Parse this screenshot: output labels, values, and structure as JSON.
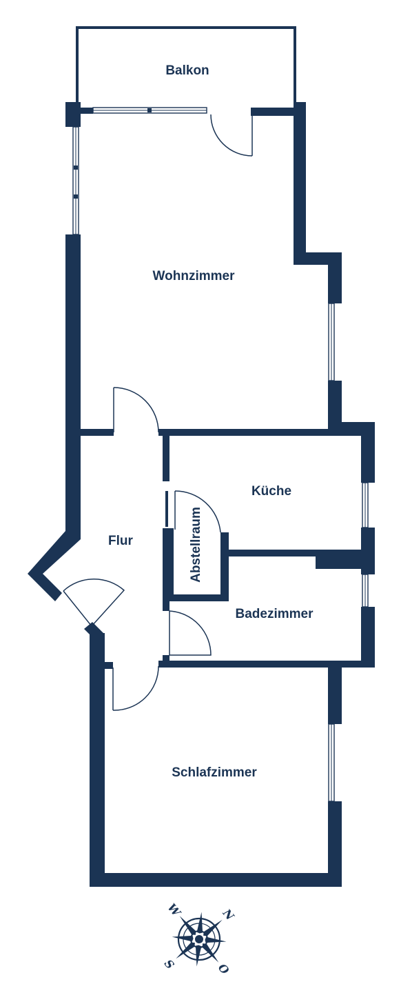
{
  "colors": {
    "wall": "#1b3454",
    "background": "#ffffff",
    "window_glass": "#ffffff"
  },
  "rooms": {
    "balkon": "Balkon",
    "wohnzimmer": "Wohnzimmer",
    "kueche": "Küche",
    "abstellraum": "Abstellraum",
    "flur": "Flur",
    "badezimmer": "Badezimmer",
    "schlafzimmer": "Schlafzimmer"
  },
  "compass": {
    "north": "N",
    "east": "O",
    "south": "S",
    "west": "W",
    "icon": "compass-rose-icon"
  }
}
